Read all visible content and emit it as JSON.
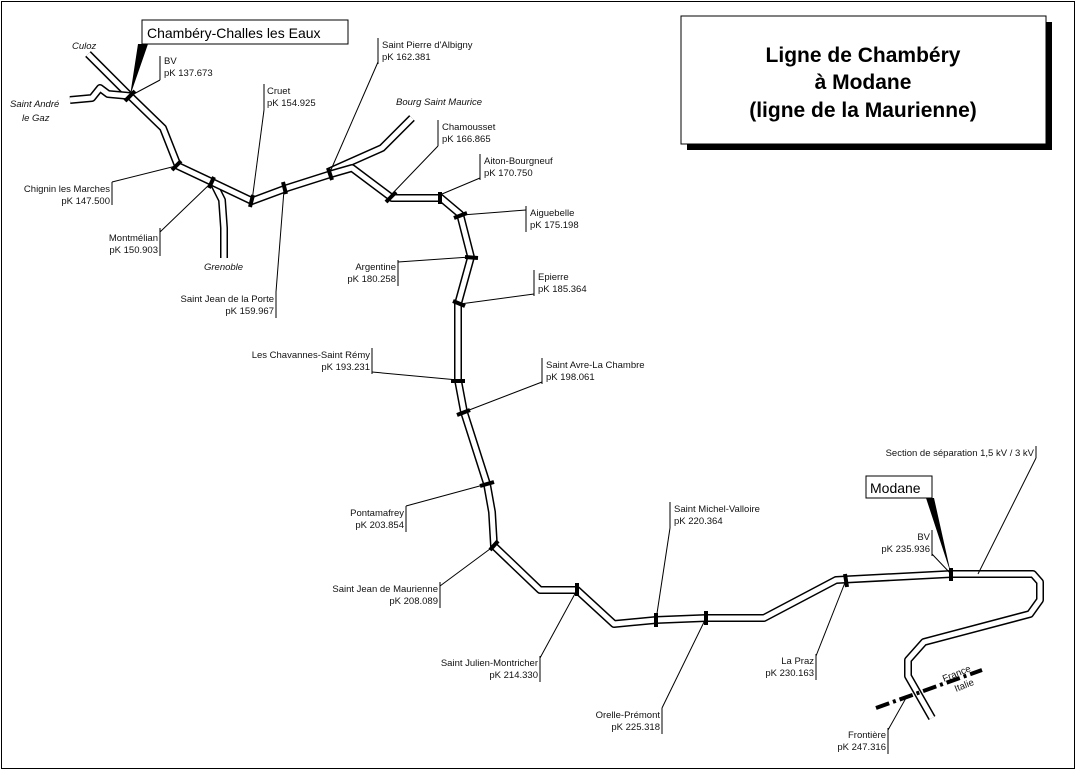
{
  "title": {
    "line1": "Ligne de Chambéry",
    "line2": "à Modane",
    "line3": "(ligne de la Maurienne)"
  },
  "big_labels": {
    "chambery": "Chambéry-Challes les Eaux",
    "modane": "Modane"
  },
  "branches": {
    "culoz": "Culoz",
    "saint_andre_1": "Saint André",
    "saint_andre_2": "le Gaz",
    "grenoble": "Grenoble",
    "bourg_saint_maurice": "Bourg Saint Maurice"
  },
  "stations": [
    {
      "id": "chambery_bv",
      "name": "BV",
      "pk": "pK 137.673"
    },
    {
      "id": "chignin",
      "name": "Chignin les Marches",
      "pk": "pK 147.500"
    },
    {
      "id": "montmelian",
      "name": "Montmélian",
      "pk": "pK 150.903"
    },
    {
      "id": "cruet",
      "name": "Cruet",
      "pk": "pK 154.925"
    },
    {
      "id": "st_jean_porte",
      "name": "Saint Jean de la Porte",
      "pk": "pK 159.967"
    },
    {
      "id": "st_pierre_albigny",
      "name": "Saint Pierre d'Albigny",
      "pk": "pK 162.381"
    },
    {
      "id": "chamousset",
      "name": "Chamousset",
      "pk": "pK 166.865"
    },
    {
      "id": "aiton",
      "name": "Aiton-Bourgneuf",
      "pk": "pK 170.750"
    },
    {
      "id": "aiguebelle",
      "name": "Aiguebelle",
      "pk": "pK 175.198"
    },
    {
      "id": "argentine",
      "name": "Argentine",
      "pk": "pK 180.258"
    },
    {
      "id": "epierre",
      "name": "Epierre",
      "pk": "pK 185.364"
    },
    {
      "id": "chavannes",
      "name": "Les Chavannes-Saint Rémy",
      "pk": "pK 193.231"
    },
    {
      "id": "st_avre",
      "name": "Saint Avre-La Chambre",
      "pk": "pK 198.061"
    },
    {
      "id": "pontamafrey",
      "name": "Pontamafrey",
      "pk": "pK 203.854"
    },
    {
      "id": "st_jean_maurienne",
      "name": "Saint Jean de Maurienne",
      "pk": "pK 208.089"
    },
    {
      "id": "st_julien",
      "name": "Saint Julien-Montricher",
      "pk": "pK 214.330"
    },
    {
      "id": "st_michel",
      "name": "Saint Michel-Valloire",
      "pk": "pK 220.364"
    },
    {
      "id": "orelle",
      "name": "Orelle-Prémont",
      "pk": "pK 225.318"
    },
    {
      "id": "la_praz",
      "name": "La Praz",
      "pk": "pK 230.163"
    },
    {
      "id": "modane_bv",
      "name": "BV",
      "pk": "pK 235.936"
    },
    {
      "id": "frontiere",
      "name": "Frontière",
      "pk": "pK 247.316"
    }
  ],
  "section_separation": "Section de séparation 1,5 kV / 3 kV",
  "border": {
    "france": "France",
    "italie": "Italie"
  }
}
